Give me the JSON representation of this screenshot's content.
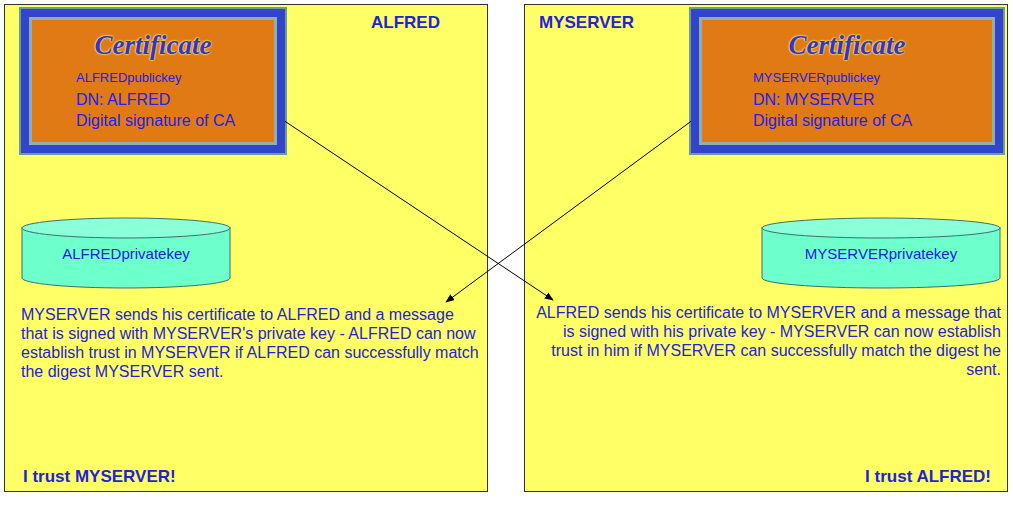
{
  "diagram": {
    "nodes": [
      {
        "text": [
          "ALFRED",
          "MYSERVER sends his certificate to ALFRED and a message that is signed with MYSERVER's private key - ALFRED can now establish trust in MYSERVER if ALFRED can successfully match the digest MYSERVER sent.",
          "I trust MYSERVER!"
        ]
      },
      {
        "text": [
          "Certificate",
          "ALFREDpublickey",
          "DN: ALFRED",
          "Digital signature of CA"
        ],
        "in": 0
      },
      {
        "text": [
          "ALFREDprivatekey"
        ],
        "in": 0
      },
      {
        "text": [
          "MYSERVER",
          "ALFRED sends his certificate to MYSERVER and a message that is signed with his private key - MYSERVER can now establish trust in him if MYSERVER can successfully match the digest he sent.",
          "I trust ALFRED!"
        ]
      },
      {
        "text": [
          "Certificate",
          "MYSERVERpublickey",
          "DN: MYSERVER",
          "Digital signature of CA"
        ],
        "in": 3
      },
      {
        "text": [
          "MYSERVERprivatekey"
        ],
        "in": 3
      }
    ],
    "edges": [
      {
        "from": 1,
        "to": 3,
        "arrow": "to"
      },
      {
        "from": 4,
        "to": 0,
        "arrow": "to"
      }
    ]
  }
}
